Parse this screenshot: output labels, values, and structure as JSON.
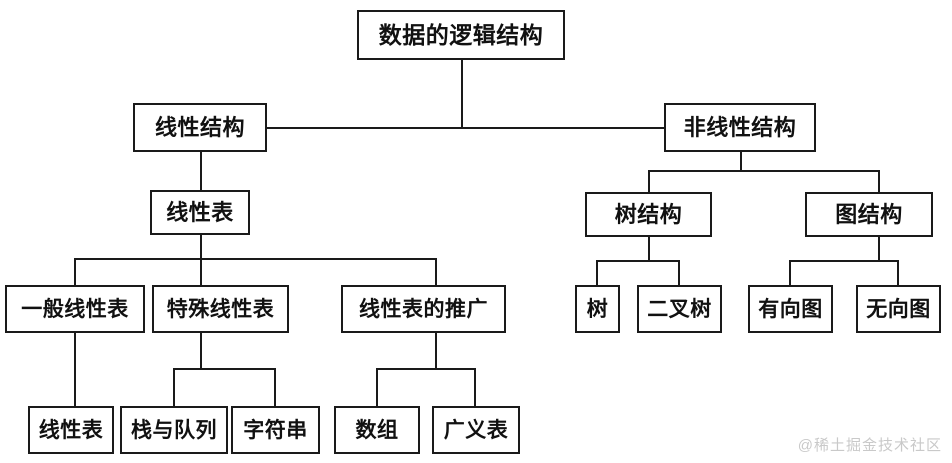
{
  "diagram": {
    "title": "数据的逻辑结构",
    "watermark": "@稀土掘金技术社区",
    "colors": {
      "background": "#ffffff",
      "box_border": "#1a1a1a",
      "box_fill": "#ffffff",
      "text": "#111111",
      "connector": "#1a1a1a",
      "watermark": "#c9c9c9"
    },
    "nodes": {
      "root": "数据的逻辑结构",
      "linear": "线性结构",
      "nonlinear": "非线性结构",
      "linear_list": "线性表",
      "tree_struct": "树结构",
      "graph_struct": "图结构",
      "general_list": "一般线性表",
      "special_list": "特殊线性表",
      "list_extension": "线性表的推广",
      "tree": "树",
      "binary_tree": "二叉树",
      "directed_graph": "有向图",
      "undirected_graph": "无向图",
      "leaf_linear_list": "线性表",
      "stack_queue": "栈与队列",
      "string": "字符串",
      "array": "数组",
      "generalized_list": "广义表"
    }
  }
}
